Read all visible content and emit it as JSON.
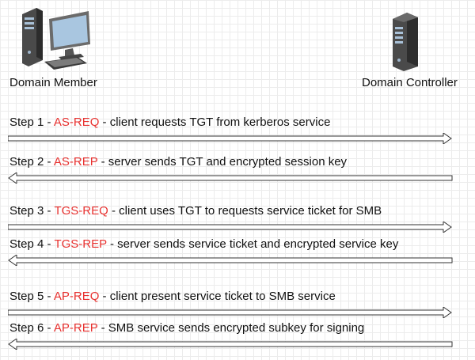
{
  "nodes": {
    "member": {
      "label": "Domain Member",
      "icon": "workstation-icon"
    },
    "controller": {
      "label": "Domain Controller",
      "icon": "server-tower-icon"
    }
  },
  "colors": {
    "message": "#e8312f",
    "text": "#111111",
    "arrow": "#333333"
  },
  "steps": [
    {
      "prefix": "Step 1 - ",
      "message": "AS-REQ",
      "description": " - client requests TGT from kerberos service",
      "direction": "right"
    },
    {
      "prefix": "Step 2 - ",
      "message": "AS-REP",
      "description": " - server sends TGT and encrypted session key",
      "direction": "left"
    },
    {
      "prefix": "Step 3 - ",
      "message": "TGS-REQ",
      "description": " - client uses TGT to requests service ticket for SMB",
      "direction": "right"
    },
    {
      "prefix": "Step 4 - ",
      "message": "TGS-REP",
      "description": " - server sends service ticket and encrypted service key",
      "direction": "left"
    },
    {
      "prefix": "Step 5 - ",
      "message": "AP-REQ",
      "description": " - client present service ticket to SMB service",
      "direction": "right"
    },
    {
      "prefix": "Step 6 - ",
      "message": "AP-REP",
      "description": " - SMB service sends encrypted subkey for signing",
      "direction": "left"
    }
  ]
}
